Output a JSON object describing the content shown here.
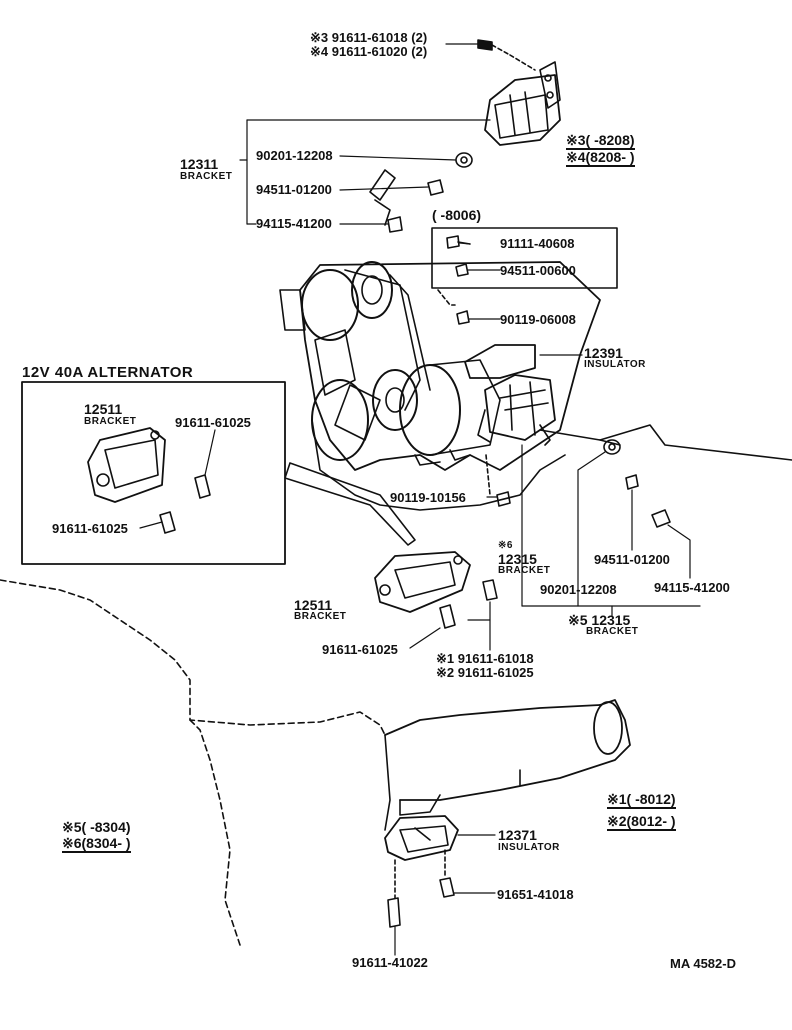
{
  "callouts": {
    "top_bolt_s3": "※3 91611-61018 (2)",
    "top_bolt_s4": "※4 91611-61020 (2)",
    "p12311": "12311",
    "bracket": "BRACKET",
    "p90201_12208": "90201-12208",
    "p94511_01200": "94511-01200",
    "p94115_41200": "94115-41200",
    "range_8006": "(      -8006)",
    "p91111_40608": "91111-40608",
    "p94511_00600": "94511-00600",
    "p90119_06008": "90119-06008",
    "p12391": "12391",
    "insulator": "INSULATOR",
    "p90119_10156": "90119-10156",
    "s6": "※6",
    "p12315": "12315",
    "p90201_12208_b": "90201-12208",
    "p94511_01200_b": "94511-01200",
    "p94115_41200_b": "94115-41200",
    "s5_12315": "※5 12315",
    "p12511": "12511",
    "p91611_61025": "91611-61025",
    "s1_91611_61018": "※1 91611-61018",
    "s2_91611_61025": "※2 91611-61025",
    "p12371": "12371",
    "p91651_41018": "91651-41018",
    "p91611_41022": "91611-41022",
    "diagram_code": "MA 4582-D"
  },
  "inset": {
    "title": "12V 40A ALTERNATOR",
    "p12511": "12511",
    "bracket": "BRACKET",
    "bolt_a": "91611-61025",
    "bolt_b": "91611-61025"
  },
  "legends": {
    "s3": "※3(      -8208)",
    "s4": "※4(8208-      )",
    "s1": "※1(      -8012)",
    "s2": "※2(8012-      )",
    "s5": "※5(      -8304)",
    "s6": "※6(8304-      )"
  }
}
